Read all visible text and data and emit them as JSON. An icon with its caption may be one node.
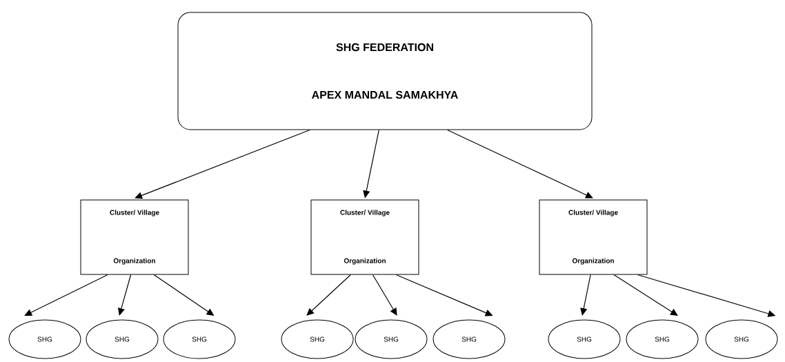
{
  "diagram": {
    "nodes": [
      {
        "text": [
          "SHG FEDERATION",
          "APEX MANDAL SAMAKHYA"
        ]
      },
      {
        "text": [
          "Cluster/ Village",
          "Organization"
        ]
      },
      {
        "text": [
          "SHG"
        ]
      },
      {
        "text": [
          "SHG"
        ]
      },
      {
        "text": [
          "SHG"
        ]
      },
      {
        "text": [
          "Cluster/ Village",
          "Organization"
        ]
      },
      {
        "text": [
          "SHG"
        ]
      },
      {
        "text": [
          "SHG"
        ]
      },
      {
        "text": [
          "SHG"
        ]
      },
      {
        "text": [
          "Cluster/ Village",
          "Organization"
        ]
      },
      {
        "text": [
          "SHG"
        ]
      },
      {
        "text": [
          "SHG"
        ]
      },
      {
        "text": [
          "SHG"
        ]
      }
    ],
    "edges": [
      {
        "from": 0,
        "to": 1,
        "arrow": "to"
      },
      {
        "from": 0,
        "to": 5,
        "arrow": "to"
      },
      {
        "from": 0,
        "to": 9,
        "arrow": "to"
      },
      {
        "from": 1,
        "to": 2,
        "arrow": "to"
      },
      {
        "from": 1,
        "to": 3,
        "arrow": "to"
      },
      {
        "from": 1,
        "to": 4,
        "arrow": "to"
      },
      {
        "from": 5,
        "to": 6,
        "arrow": "to"
      },
      {
        "from": 5,
        "to": 7,
        "arrow": "to"
      },
      {
        "from": 5,
        "to": 8,
        "arrow": "to"
      },
      {
        "from": 9,
        "to": 10,
        "arrow": "to"
      },
      {
        "from": 9,
        "to": 11,
        "arrow": "to"
      },
      {
        "from": 9,
        "to": 12,
        "arrow": "to"
      }
    ]
  }
}
